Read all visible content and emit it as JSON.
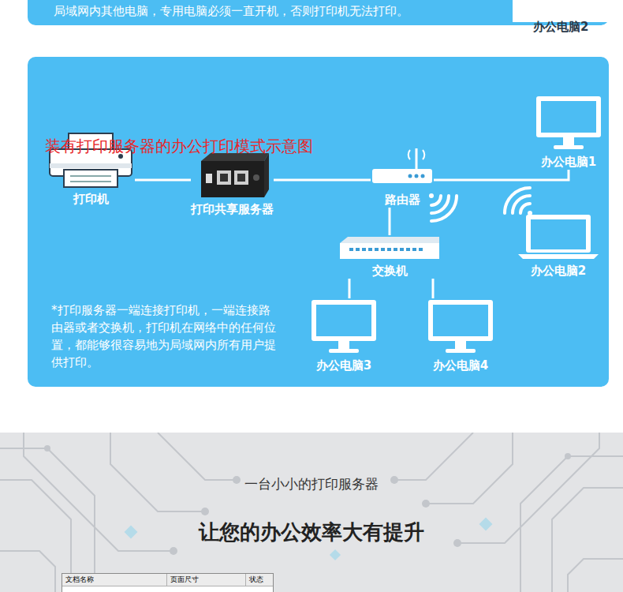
{
  "diagram": {
    "nodes": [
      {
        "text": [
          "装有打印服务器的办公打印模式示意图"
        ]
      },
      {
        "text": [
          "打印机"
        ],
        "in": 0
      },
      {
        "text": [
          "打印共享服务器"
        ],
        "in": 0
      },
      {
        "text": [
          "路由器"
        ],
        "in": 0
      },
      {
        "text": [
          "办公电脑1"
        ],
        "in": 0
      },
      {
        "text": [
          "办公电脑2"
        ],
        "in": 0
      },
      {
        "text": [
          "交换机"
        ],
        "in": 0
      },
      {
        "text": [
          "办公电脑3"
        ],
        "in": 0
      },
      {
        "text": [
          "办公电脑4"
        ],
        "in": 0
      }
    ],
    "edges": [
      {
        "from": 1,
        "to": 2,
        "arrow": "none"
      },
      {
        "from": 2,
        "to": 3,
        "arrow": "none"
      },
      {
        "from": 3,
        "to": 4,
        "arrow": "none"
      },
      {
        "from": 3,
        "to": 6,
        "arrow": "none"
      },
      {
        "from": 6,
        "to": 7,
        "arrow": "none"
      },
      {
        "from": 6,
        "to": 8,
        "arrow": "none"
      }
    ],
    "labels": [
      "局域网内其他电脑，专用电脑必须一直开机，否则打印机无法打印。",
      "办公电脑2",
      "*打印服务器一端连接打印机，一端连接路由器或者交换机，打印机在网络中的任何位置，都能够很容易地为局域网内所有用户提供打印。",
      "一台小小的打印服务器",
      "让您的办公效率大有提升",
      "文档名称",
      "页面尺寸",
      "状态"
    ]
  }
}
